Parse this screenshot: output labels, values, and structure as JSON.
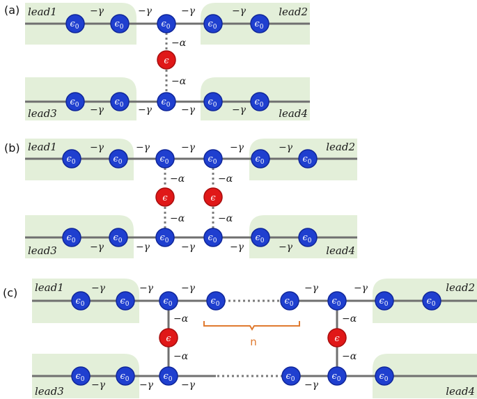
{
  "colors": {
    "lead_fill": "#e3efd9",
    "chain": "#6f6f6f",
    "site": "#1f3fcf",
    "site_stroke": "#0f2699",
    "impurity": "#e01818",
    "impurity_stroke": "#a80d0d",
    "brace": "#e07a2f",
    "dotted": "#7a7a7a"
  },
  "panels": [
    {
      "label": "(a)",
      "leads": [
        "lead1",
        "lead2",
        "lead3",
        "lead4"
      ],
      "site_symbol": "ϵ",
      "site_subscript": "0",
      "impurity_symbol": "ϵ",
      "hoppings": [
        "−γ",
        "−γ",
        "−γ",
        "−γ",
        "−γ",
        "−γ",
        "−γ",
        "−γ"
      ],
      "couplings": [
        "−α",
        "−α"
      ]
    },
    {
      "label": "(b)",
      "leads": [
        "lead1",
        "lead2",
        "lead3",
        "lead4"
      ],
      "site_symbol": "ϵ",
      "site_subscript": "0",
      "impurity_symbol": "ϵ",
      "hoppings": [
        "−γ",
        "−γ",
        "−γ",
        "−γ",
        "−γ",
        "−γ",
        "−γ",
        "−γ",
        "−γ",
        "−γ"
      ],
      "couplings": [
        "−α",
        "−α",
        "−α",
        "−α"
      ]
    },
    {
      "label": "(c)",
      "leads": [
        "lead1",
        "lead2",
        "lead3",
        "lead4"
      ],
      "site_symbol": "ϵ",
      "site_subscript": "0",
      "impurity_symbol": "ϵ",
      "hoppings": [
        "−γ",
        "−γ",
        "−γ",
        "−γ",
        "−γ",
        "−γ",
        "−γ",
        "−γ",
        "−γ"
      ],
      "couplings": [
        "−α",
        "−α",
        "−α",
        "−α"
      ],
      "n_label": "n"
    }
  ]
}
